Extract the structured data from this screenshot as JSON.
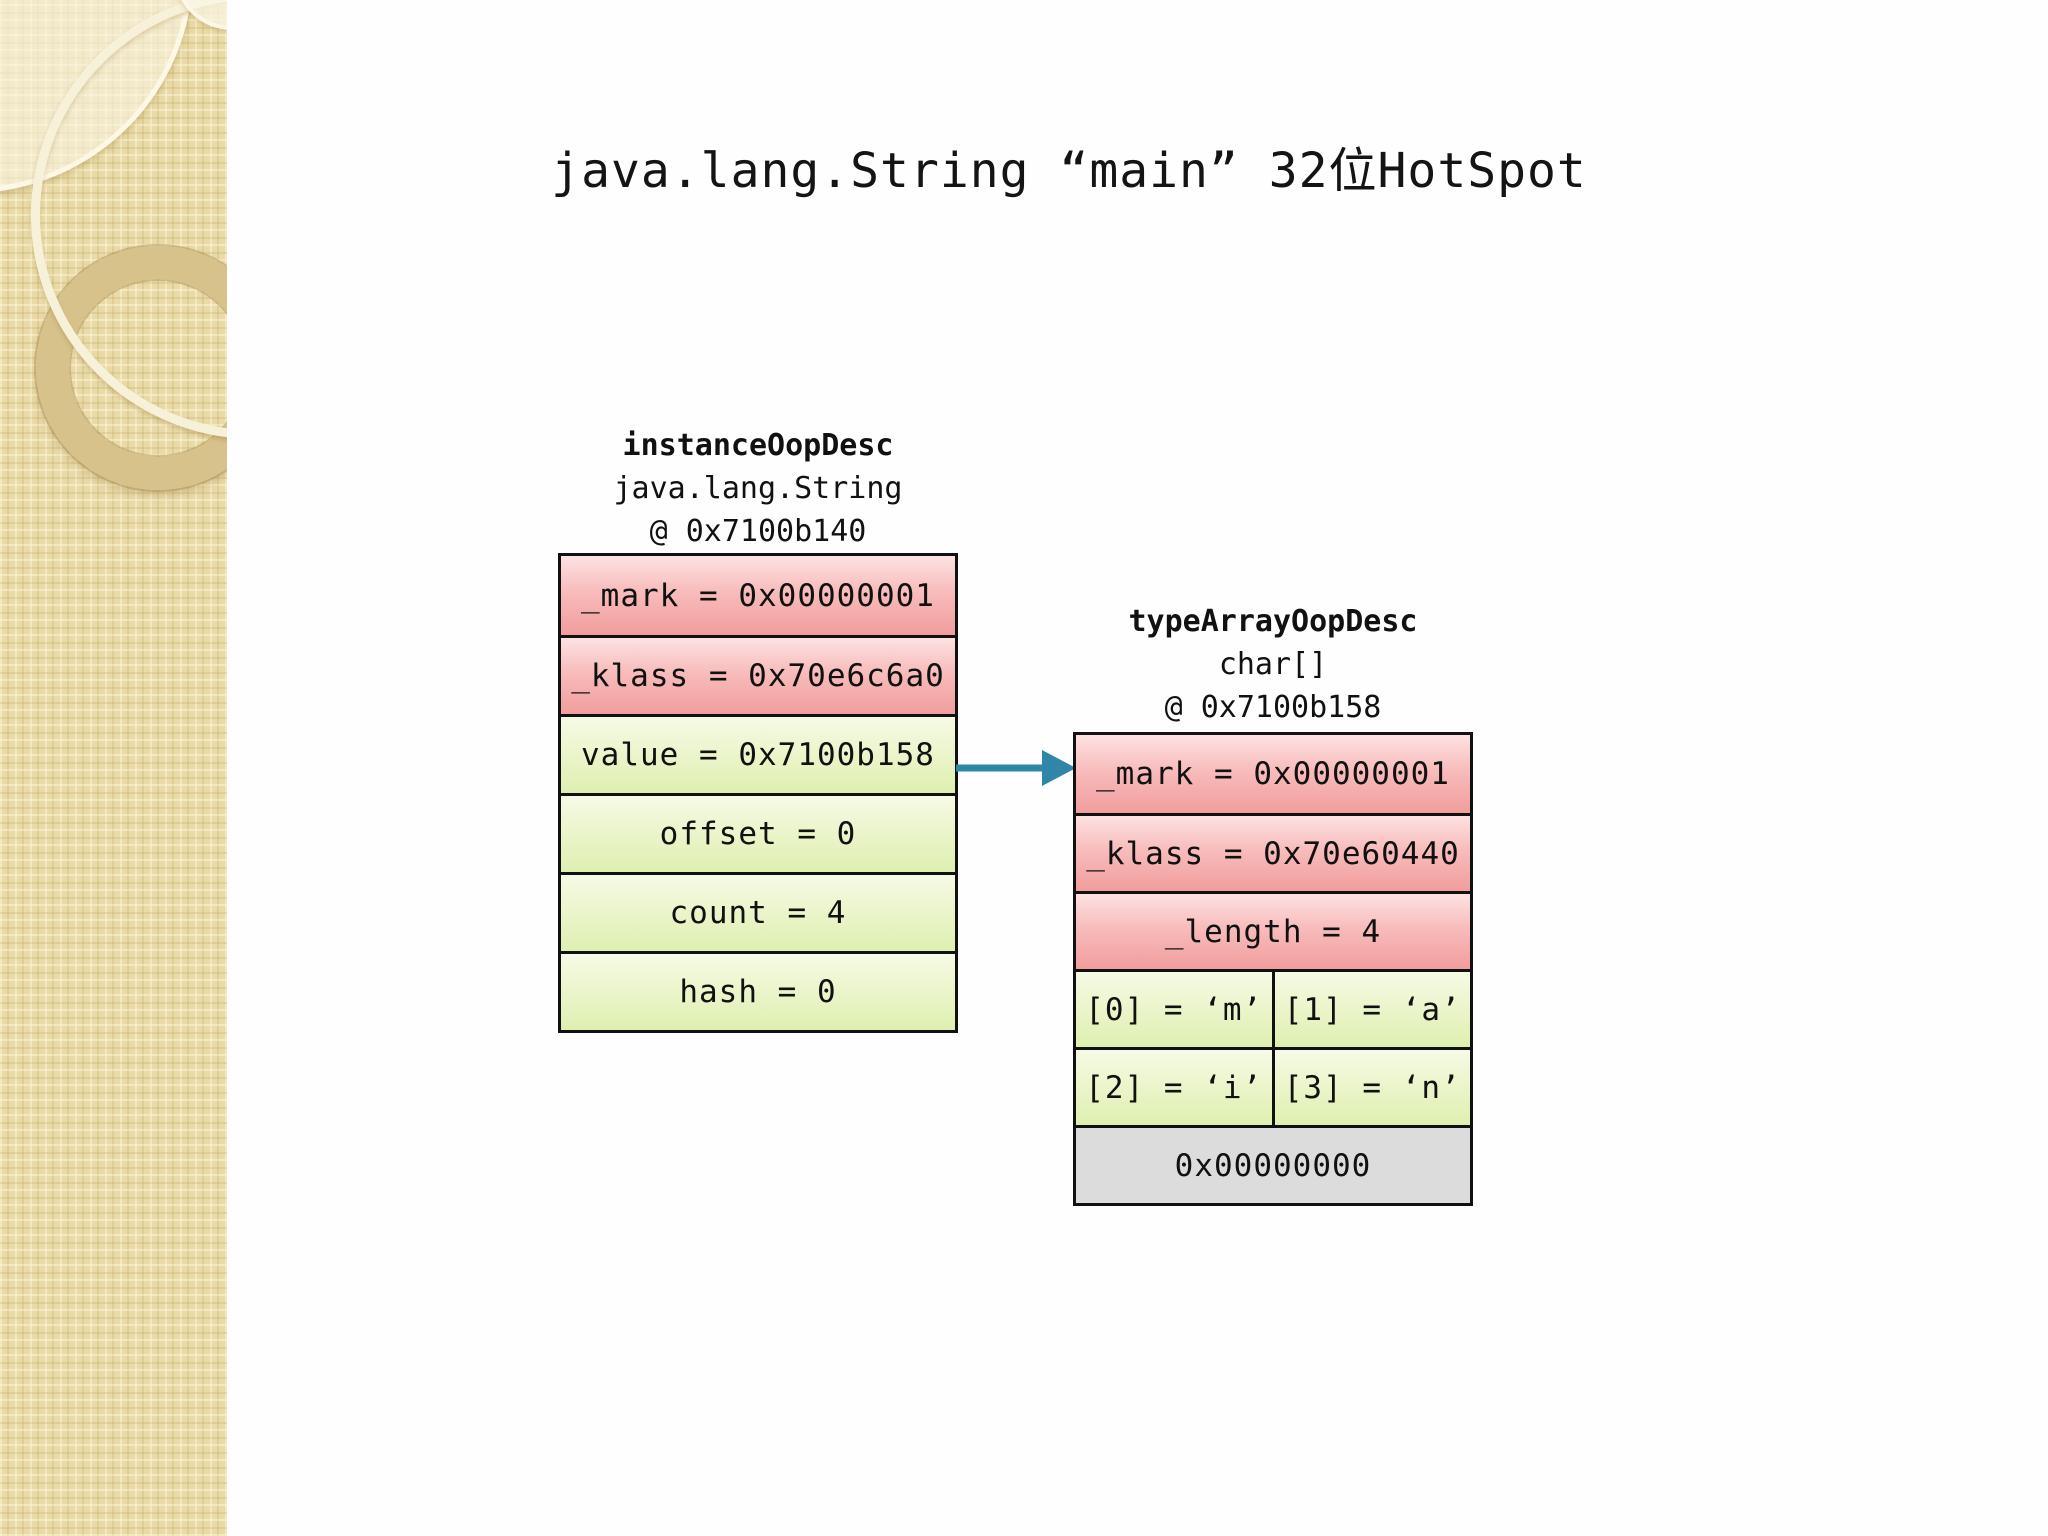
{
  "slide": {
    "title": "java.lang.String “main” 32位HotSpot"
  },
  "instance_oop": {
    "header": {
      "type_name": "instanceOopDesc",
      "class_name": "java.lang.String",
      "address": "@ 0x7100b140"
    },
    "rows": [
      {
        "text": "_mark = 0x00000001",
        "style": "pink"
      },
      {
        "text": "_klass = 0x70e6c6a0",
        "style": "pink"
      },
      {
        "text": "value = 0x7100b158",
        "style": "green"
      },
      {
        "text": "offset = 0",
        "style": "green"
      },
      {
        "text": "count = 4",
        "style": "green"
      },
      {
        "text": "hash = 0",
        "style": "green"
      }
    ]
  },
  "type_array_oop": {
    "header": {
      "type_name": "typeArrayOopDesc",
      "class_name": "char[]",
      "address": "@ 0x7100b158"
    },
    "rows": [
      {
        "text": "_mark = 0x00000001",
        "style": "pink"
      },
      {
        "text": "_klass = 0x70e60440",
        "style": "pink"
      },
      {
        "text": "_length = 4",
        "style": "pink"
      },
      {
        "cells": [
          "[0] = ‘m’",
          "[1] = ‘a’"
        ],
        "style": "green-split"
      },
      {
        "cells": [
          "[2] = ‘i’",
          "[3] = ‘n’"
        ],
        "style": "green-split"
      },
      {
        "text": "0x00000000",
        "style": "gray"
      }
    ]
  },
  "arrow": {
    "from": "instance_oop.value",
    "to": "type_array_oop",
    "color": "#2f86a6"
  },
  "colors": {
    "row_pink_top": "#fde2e2",
    "row_pink_bottom": "#f19d9d",
    "row_green_top": "#f6fae6",
    "row_green_bottom": "#def0b0",
    "row_gray": "#dcdcdc",
    "box_border": "#111111",
    "sidebar_base": "#e9daa7",
    "sidebar_ring": "#d8c28c",
    "slide_background": "#fefefe"
  }
}
